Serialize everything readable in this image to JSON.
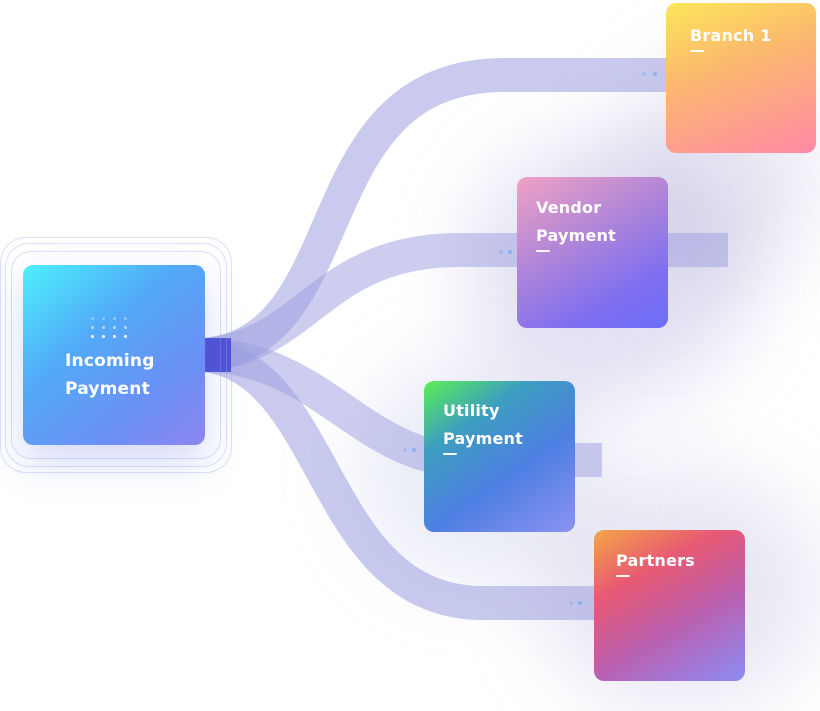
{
  "source": {
    "lines": [
      "Incoming",
      "Payment"
    ]
  },
  "targets": {
    "branch": {
      "lines": [
        "Branch 1"
      ]
    },
    "vendor": {
      "lines": [
        "Vendor",
        "Payment"
      ]
    },
    "utility": {
      "lines": [
        "Utility",
        "Payment"
      ]
    },
    "partners": {
      "lines": [
        "Partners"
      ]
    }
  },
  "colors": {
    "flow": "#9c9ee0",
    "flow_dark": "#4244cf",
    "ring": "#a2b4ee"
  }
}
